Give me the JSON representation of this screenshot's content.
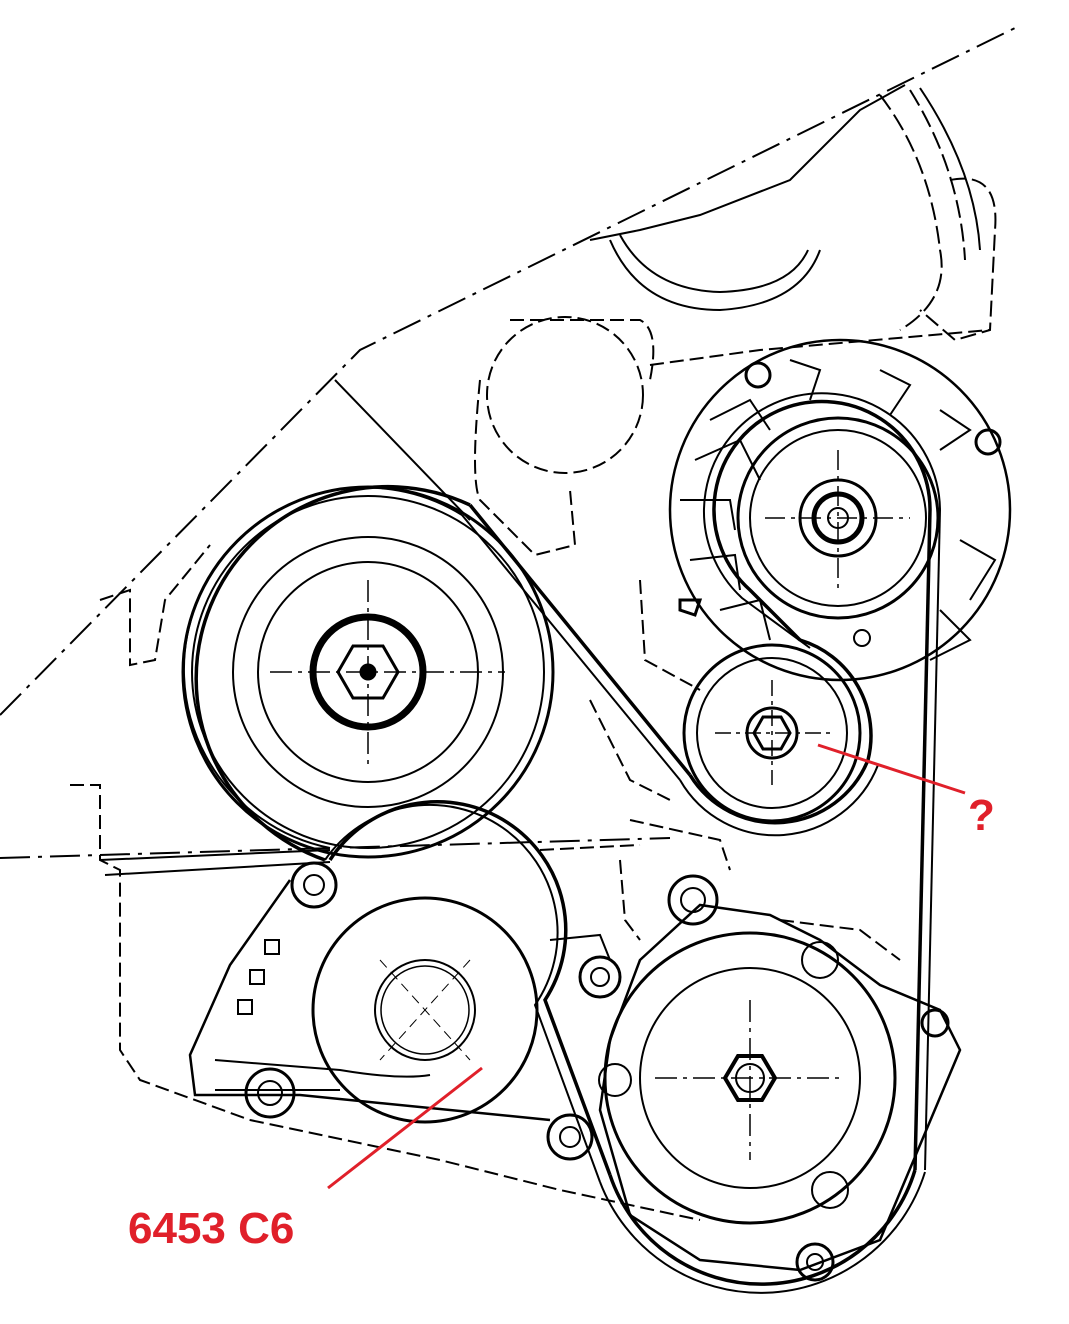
{
  "diagram": {
    "callouts": [
      {
        "id": "question",
        "text": "?"
      },
      {
        "id": "part",
        "text": "6453 C6"
      }
    ],
    "colors": {
      "line": "#000000",
      "callout": "#e0202a",
      "background": "#ffffff"
    }
  }
}
